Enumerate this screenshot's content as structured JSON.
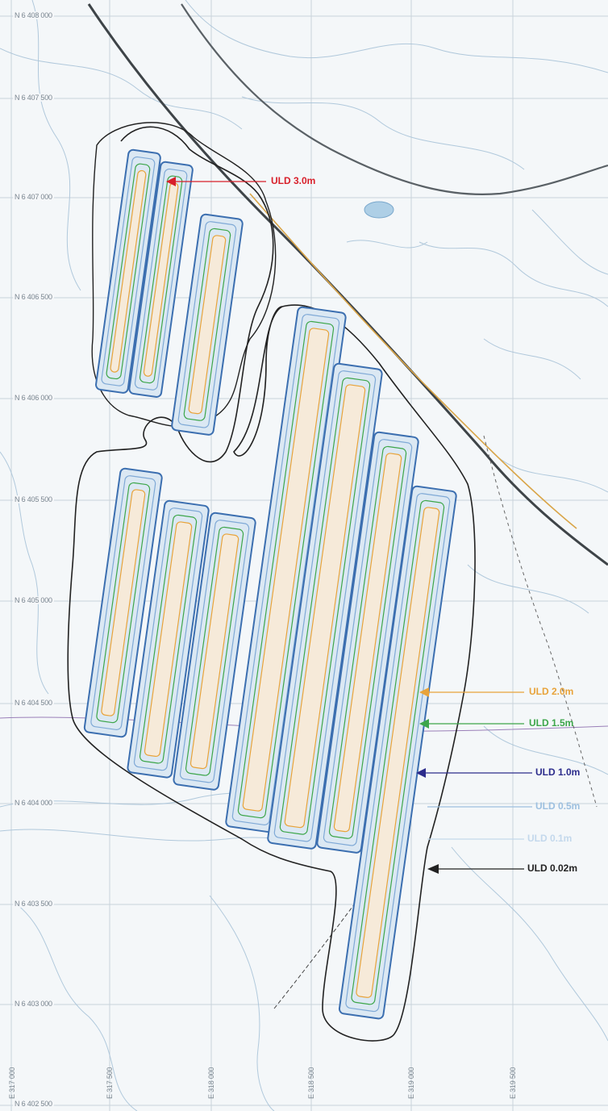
{
  "map": {
    "north_labels": [
      "N 6 408 000",
      "N 6 407 500",
      "N 6 407 000",
      "N 6 406 500",
      "N 6 406 000",
      "N 6 405 500",
      "N 6 405 000",
      "N 6 404 500",
      "N 6 404 000",
      "N 6 403 500",
      "N 6 403 000",
      "N 6 402 500"
    ],
    "east_labels": [
      "E 317 000",
      "E 317 500",
      "E 318 000",
      "E 318 500",
      "E 319 000",
      "E 319 500"
    ],
    "uld_legend": [
      {
        "label": "ULD 3.0m",
        "color": "#d81f2a"
      },
      {
        "label": "ULD 2.0m",
        "color": "#e8a33a"
      },
      {
        "label": "ULD 1.5m",
        "color": "#3da64a"
      },
      {
        "label": "ULD 1.0m",
        "color": "#2c2c8c"
      },
      {
        "label": "ULD 0.5m",
        "color": "#9dc0e0"
      },
      {
        "label": "ULD 0.1m",
        "color": "#c3d8ec"
      },
      {
        "label": "ULD 0.02m",
        "color": "#222222"
      }
    ]
  }
}
